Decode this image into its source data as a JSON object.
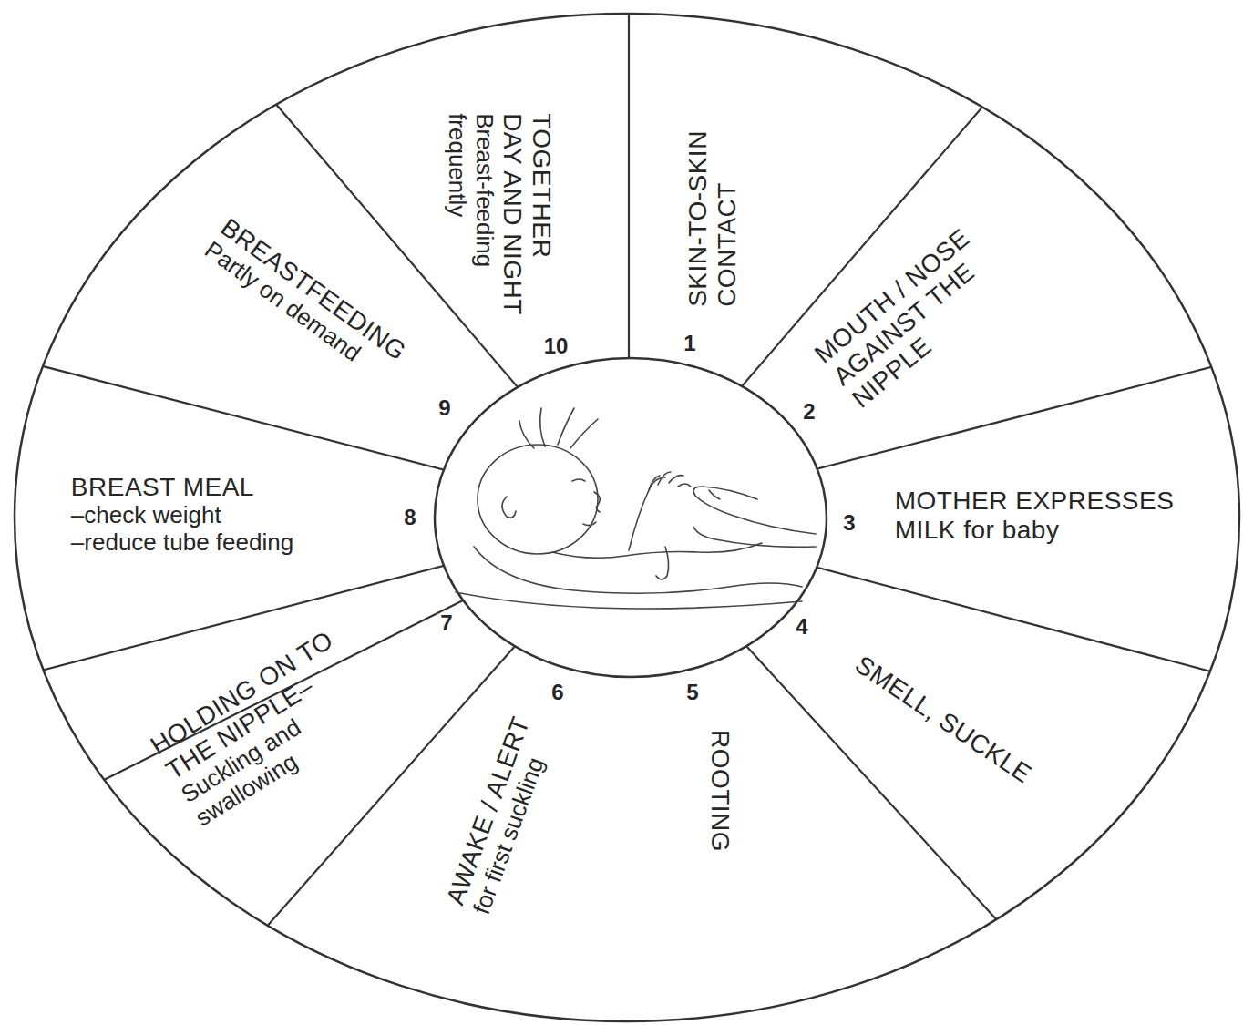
{
  "diagram": {
    "nodes": [
      {
        "text": [
          "1",
          "SKIN-TO-SKIN CONTACT"
        ]
      },
      {
        "text": [
          "2",
          "MOUTH / NOSE AGAINST THE NIPPLE"
        ]
      },
      {
        "text": [
          "3",
          "MOTHER EXPRESSES MILK for baby"
        ]
      },
      {
        "text": [
          "4",
          "SMELL, SUCKLE"
        ]
      },
      {
        "text": [
          "5",
          "ROOTING"
        ]
      },
      {
        "text": [
          "6",
          "AWAKE / ALERT",
          "for first suckling"
        ]
      },
      {
        "text": [
          "7",
          "HOLDING ON TO THE NIPPLE–",
          "Suckling and swallowing"
        ]
      },
      {
        "text": [
          "8",
          "BREAST MEAL",
          "–check weight",
          "–reduce tube feeding"
        ]
      },
      {
        "text": [
          "9",
          "BREASTFEEDING",
          "Partly on demand"
        ]
      },
      {
        "text": [
          "10",
          "TOGETHER DAY AND NIGHT",
          "Breast-feeding frequently"
        ]
      }
    ]
  }
}
